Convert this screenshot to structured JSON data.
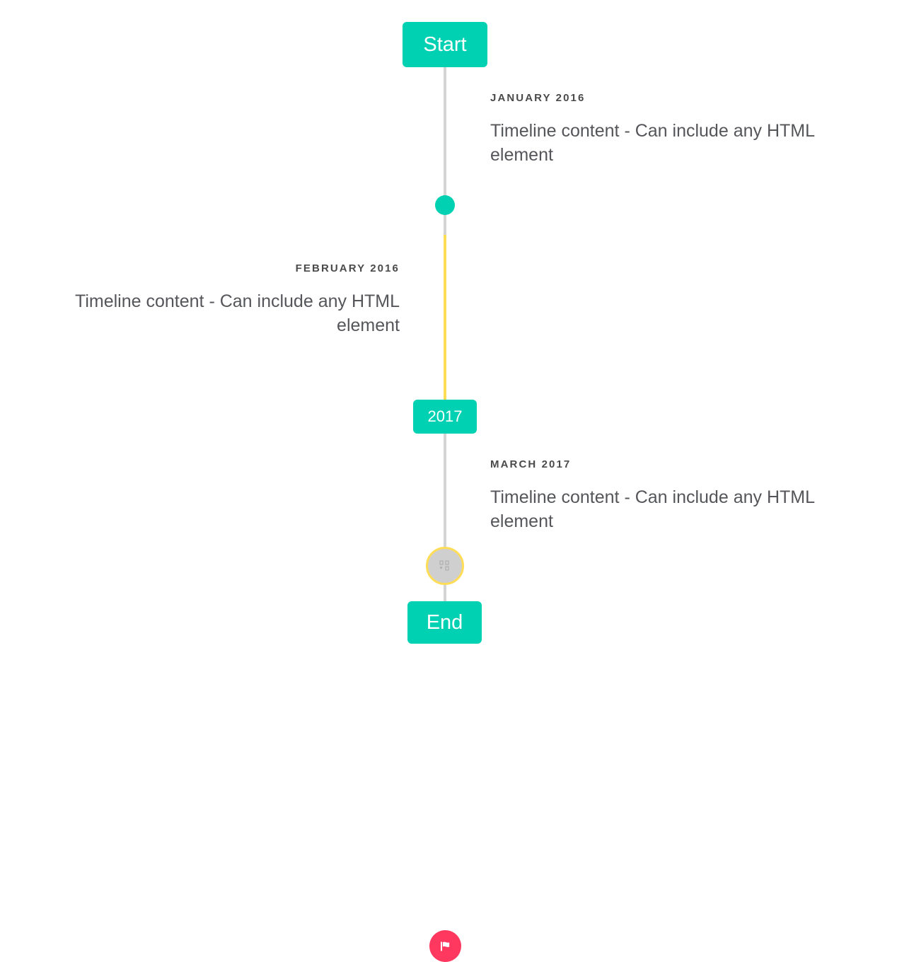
{
  "theme": {
    "background": "#ffffff",
    "accent_teal": "#00d1b2",
    "accent_yellow": "#ffdd57",
    "accent_pink": "#ff3860",
    "rail_gray": "#d4d4d4",
    "marker_gray": "#cfcfcf",
    "date_text": "#4a4a4a",
    "body_text": "#55565a"
  },
  "timeline": {
    "start_label": "Start",
    "middle_label": "2017",
    "end_label": "End",
    "events": [
      {
        "date": "JANUARY 2016",
        "content": "Timeline content - Can include any HTML element",
        "side": "right",
        "marker": "dot-icon",
        "marker_color": "#00d1b2"
      },
      {
        "date": "FEBRUARY 2016",
        "content": "Timeline content - Can include any HTML element",
        "side": "left",
        "marker": "broken-image-icon",
        "marker_color": "#cfcfcf"
      },
      {
        "date": "MARCH 2017",
        "content": "Timeline content - Can include any HTML element",
        "side": "right",
        "marker": "flag-icon",
        "marker_color": "#ff3860"
      }
    ]
  }
}
